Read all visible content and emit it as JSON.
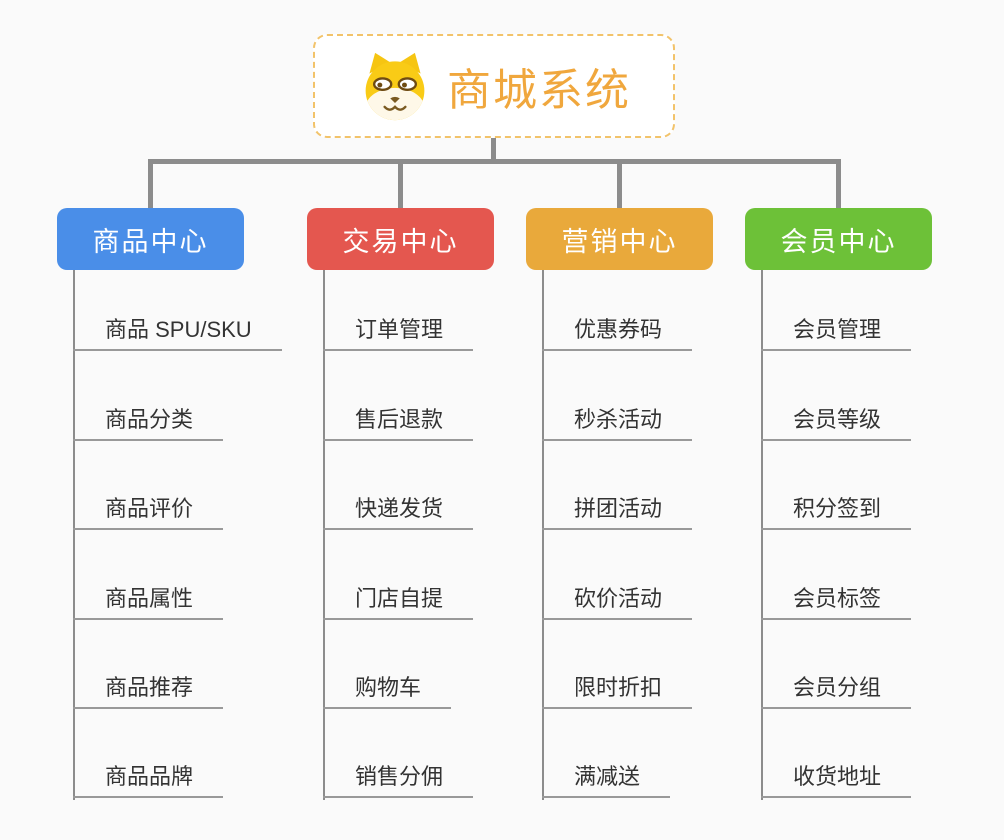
{
  "root": {
    "title": "商城系统",
    "icon": "shiba-dog-icon",
    "title_color": "#F0A73D",
    "border_color": "#F2C36A"
  },
  "colors": {
    "background": "#FAFAFA",
    "connector_line": "#8C8C8C",
    "item_underline": "#999999",
    "item_text": "#333333",
    "branch_text": "#FFFFFF"
  },
  "branches": [
    {
      "label": "商品中心",
      "color": "#4A8EE8",
      "items": [
        "商品 SPU/SKU",
        "商品分类",
        "商品评价",
        "商品属性",
        "商品推荐",
        "商品品牌"
      ]
    },
    {
      "label": "交易中心",
      "color": "#E4574F",
      "items": [
        "订单管理",
        "售后退款",
        "快递发货",
        "门店自提",
        "购物车",
        "销售分佣"
      ]
    },
    {
      "label": "营销中心",
      "color": "#E9A93B",
      "items": [
        "优惠券码",
        "秒杀活动",
        "拼团活动",
        "砍价活动",
        "限时折扣",
        "满减送"
      ]
    },
    {
      "label": "会员中心",
      "color": "#6DC138",
      "items": [
        "会员管理",
        "会员等级",
        "积分签到",
        "会员标签",
        "会员分组",
        "收货地址"
      ]
    }
  ]
}
